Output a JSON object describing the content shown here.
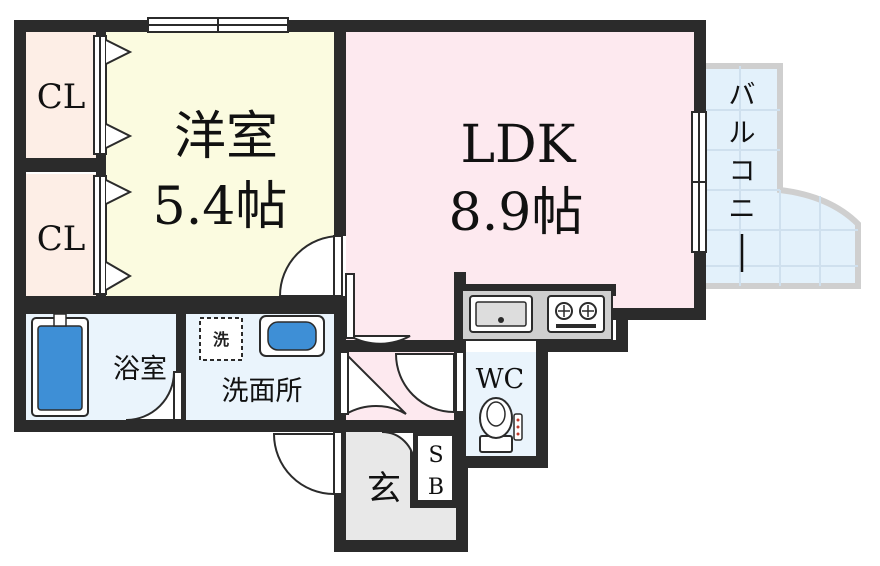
{
  "rooms": {
    "western": {
      "name": "洋室",
      "size": "5.4帖"
    },
    "ldk": {
      "name": "LDK",
      "size": "8.9帖"
    },
    "cl_top": "CL",
    "cl_bottom": "CL",
    "bath": "浴室",
    "washroom": "洗面所",
    "washer_mark": "洗",
    "wc": "WC",
    "entrance": "玄",
    "shoebox": [
      "S",
      "B"
    ],
    "balcony": [
      "バ",
      "ル",
      "コ",
      "ニ",
      "ー"
    ]
  },
  "colors": {
    "wall": "#2b2b2b",
    "western_floor": "#fbfbe0",
    "ldk_floor": "#fde9ef",
    "closet_floor": "#fdeee6",
    "wet_floor": "#eaf4fc",
    "balcony_tile": "#e3f1fb",
    "entrance_floor": "#e8e8e8",
    "tub": "#3e8fd6"
  },
  "icons": [
    "door-swing-icon",
    "sliding-door-icon",
    "bathtub-icon",
    "wash-basin-icon",
    "kitchen-sink-icon",
    "gas-stove-icon",
    "toilet-icon"
  ]
}
